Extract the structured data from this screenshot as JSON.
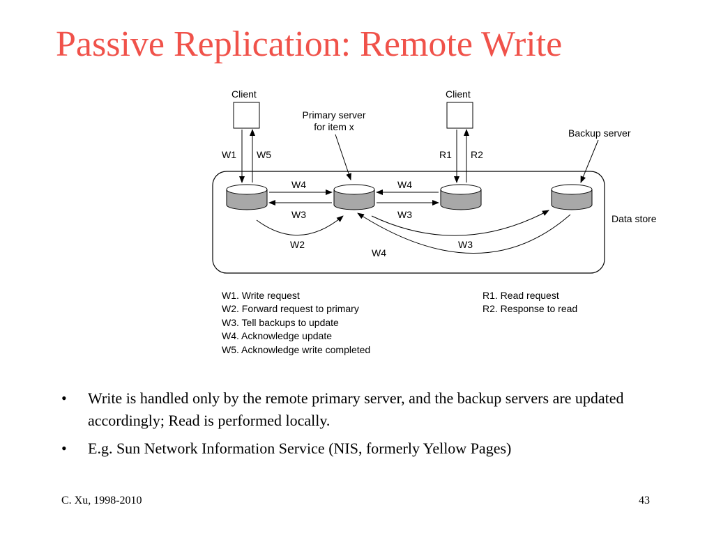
{
  "slide": {
    "title": "Passive Replication: Remote Write",
    "footer_left": "C. Xu, 1998-2010",
    "page_number": "43",
    "bullets": [
      "Write is handled only by the remote primary server, and the backup servers are updated accordingly; Read is performed locally.",
      "E.g. Sun Network Information Service (NIS, formerly Yellow Pages)"
    ],
    "bullet_glyph": "•"
  },
  "diagram": {
    "labels": {
      "client_left": "Client",
      "client_right": "Client",
      "primary_line1": "Primary server",
      "primary_line2": "for item x",
      "backup_server": "Backup server",
      "data_store": "Data store"
    },
    "edges": {
      "w1": "W1",
      "w5": "W5",
      "r1": "R1",
      "r2": "R2",
      "w4_left": "W4",
      "w4_right": "W4",
      "w3_left": "W3",
      "w3_right": "W3",
      "w2": "W2",
      "w4_bottom": "W4",
      "w3_bottom": "W3"
    },
    "legend": {
      "left": [
        "W1. Write request",
        "W2. Forward request to primary",
        "W3. Tell backups to update",
        "W4. Acknowledge update",
        "W5. Acknowledge write completed"
      ],
      "right": [
        "R1. Read request",
        "R2. Response to read"
      ]
    },
    "colors": {
      "db_fill": "#a8a8a8",
      "db_top": "#ffffff",
      "stroke": "#000000"
    }
  }
}
